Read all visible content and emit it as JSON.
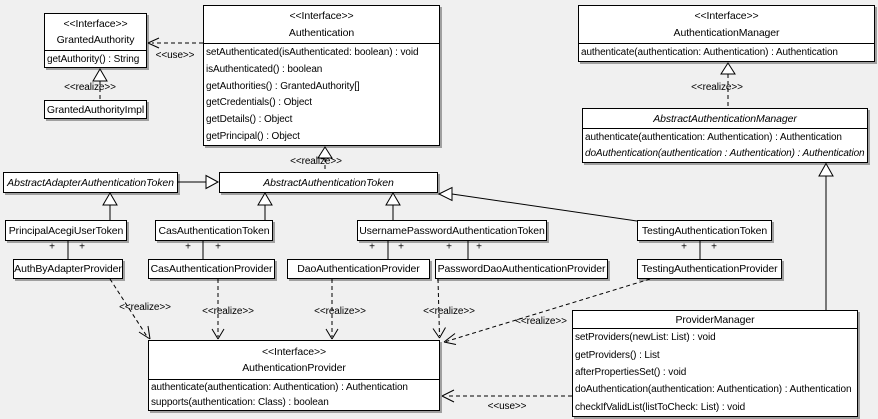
{
  "diagram": {
    "background_color": "#f0f0f0",
    "box_fill": "#ffffff",
    "border_color": "#000000",
    "shadow_color": "#a0a0a0"
  },
  "labels": {
    "use": "<<use>>",
    "realize": "<<realize>>",
    "plus": "+"
  },
  "classes": {
    "granted_authority": {
      "stereotype": "<<Interface>>",
      "name": "GrantedAuthority",
      "methods": [
        "getAuthority() : String"
      ]
    },
    "granted_authority_impl": {
      "name": "GrantedAuthorityImpl"
    },
    "authentication": {
      "stereotype": "<<Interface>>",
      "name": "Authentication",
      "methods": [
        "setAuthenticated(isAuthenticated: boolean) : void",
        "isAuthenticated() : boolean",
        "getAuthorities() : GrantedAuthority[]",
        "getCredentials() : Object",
        "getDetails() : Object",
        "getPrincipal() : Object"
      ]
    },
    "authentication_manager": {
      "stereotype": "<<Interface>>",
      "name": "AuthenticationManager",
      "methods": [
        "authenticate(authentication: Authentication) : Authentication"
      ]
    },
    "abstract_authentication_manager": {
      "name": "AbstractAuthenticationManager",
      "methods": [
        "authenticate(authentication: Authentication) : Authentication",
        "doAuthentication(authentication : Authentication) : Authentication"
      ]
    },
    "abstract_adapter_authentication_token": {
      "name": "AbstractAdapterAuthenticationToken"
    },
    "abstract_authentication_token": {
      "name": "AbstractAuthenticationToken"
    },
    "principal_acegi_user_token": {
      "name": "PrincipalAcegiUserToken"
    },
    "cas_authentication_token": {
      "name": "CasAuthenticationToken"
    },
    "username_password_authentication_token": {
      "name": "UsernamePasswordAuthenticationToken"
    },
    "testing_authentication_token": {
      "name": "TestingAuthenticationToken"
    },
    "auth_by_adapter_provider": {
      "name": "AuthByAdapterProvider"
    },
    "cas_authentication_provider": {
      "name": "CasAuthenticationProvider"
    },
    "dao_authentication_provider": {
      "name": "DaoAuthenticationProvider"
    },
    "password_dao_authentication_provider": {
      "name": "PasswordDaoAuthenticationProvider"
    },
    "testing_authentication_provider": {
      "name": "TestingAuthenticationProvider"
    },
    "authentication_provider": {
      "stereotype": "<<Interface>>",
      "name": "AuthenticationProvider",
      "methods": [
        "authenticate(authentication: Authentication) : Authentication",
        "supports(authentication: Class) : boolean"
      ]
    },
    "provider_manager": {
      "name": "ProviderManager",
      "methods": [
        "setProviders(newList: List) : void",
        "getProviders() : List",
        "afterPropertiesSet() : void",
        "doAuthentication(authentication: Authentication) : Authentication",
        "checkIfValidList(listToCheck: List) : void"
      ]
    }
  },
  "relationships": [
    {
      "from": "Authentication",
      "to": "GrantedAuthority",
      "type": "dependency",
      "label": "<<use>>"
    },
    {
      "from": "GrantedAuthorityImpl",
      "to": "GrantedAuthority",
      "type": "realization",
      "label": "<<realize>>"
    },
    {
      "from": "AbstractAuthenticationToken",
      "to": "Authentication",
      "type": "realization",
      "label": "<<realize>>"
    },
    {
      "from": "AbstractAuthenticationManager",
      "to": "AuthenticationManager",
      "type": "realization",
      "label": "<<realize>>"
    },
    {
      "from": "AbstractAdapterAuthenticationToken",
      "to": "AbstractAuthenticationToken",
      "type": "generalization"
    },
    {
      "from": "PrincipalAcegiUserToken",
      "to": "AbstractAdapterAuthenticationToken",
      "type": "generalization"
    },
    {
      "from": "CasAuthenticationToken",
      "to": "AbstractAuthenticationToken",
      "type": "generalization"
    },
    {
      "from": "UsernamePasswordAuthenticationToken",
      "to": "AbstractAuthenticationToken",
      "type": "generalization"
    },
    {
      "from": "TestingAuthenticationToken",
      "to": "AbstractAuthenticationToken",
      "type": "generalization"
    },
    {
      "from": "ProviderManager",
      "to": "AbstractAuthenticationManager",
      "type": "generalization"
    },
    {
      "from": "PrincipalAcegiUserToken",
      "to": "AuthByAdapterProvider",
      "type": "association",
      "multiplicities": [
        "+",
        "+"
      ]
    },
    {
      "from": "CasAuthenticationToken",
      "to": "CasAuthenticationProvider",
      "type": "association",
      "multiplicities": [
        "+",
        "+"
      ]
    },
    {
      "from": "UsernamePasswordAuthenticationToken",
      "to": "DaoAuthenticationProvider",
      "type": "association",
      "multiplicities": [
        "+",
        "+"
      ]
    },
    {
      "from": "UsernamePasswordAuthenticationToken",
      "to": "PasswordDaoAuthenticationProvider",
      "type": "association",
      "multiplicities": [
        "+",
        "+"
      ]
    },
    {
      "from": "TestingAuthenticationToken",
      "to": "TestingAuthenticationProvider",
      "type": "association",
      "multiplicities": [
        "+",
        "+"
      ]
    },
    {
      "from": "AuthByAdapterProvider",
      "to": "AuthenticationProvider",
      "type": "realization",
      "label": "<<realize>>"
    },
    {
      "from": "CasAuthenticationProvider",
      "to": "AuthenticationProvider",
      "type": "realization",
      "label": "<<realize>>"
    },
    {
      "from": "DaoAuthenticationProvider",
      "to": "AuthenticationProvider",
      "type": "realization",
      "label": "<<realize>>"
    },
    {
      "from": "PasswordDaoAuthenticationProvider",
      "to": "AuthenticationProvider",
      "type": "realization",
      "label": "<<realize>>"
    },
    {
      "from": "TestingAuthenticationProvider",
      "to": "AuthenticationProvider",
      "type": "realization",
      "label": "<<realize>>"
    },
    {
      "from": "ProviderManager",
      "to": "AuthenticationProvider",
      "type": "dependency",
      "label": "<<use>>"
    }
  ]
}
